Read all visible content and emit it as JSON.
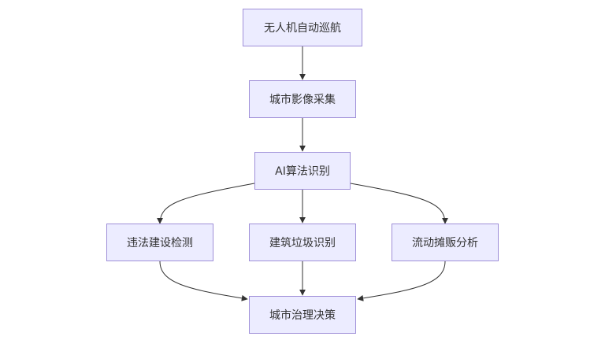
{
  "diagram": {
    "type": "flowchart",
    "colors": {
      "node_fill": "#ececff",
      "node_border": "#9f8fd8",
      "edge": "#333333",
      "text": "#333333"
    },
    "nodes": {
      "drone_patrol": "无人机自动巡航",
      "image_capture": "城市影像采集",
      "ai_recognition": "AI算法识别",
      "illegal_building": "违法建设检测",
      "construction_waste": "建筑垃圾识别",
      "street_vendor": "流动摊贩分析",
      "governance_decision": "城市治理决策"
    },
    "edges": [
      [
        "drone_patrol",
        "image_capture"
      ],
      [
        "image_capture",
        "ai_recognition"
      ],
      [
        "ai_recognition",
        "illegal_building"
      ],
      [
        "ai_recognition",
        "construction_waste"
      ],
      [
        "ai_recognition",
        "street_vendor"
      ],
      [
        "illegal_building",
        "governance_decision"
      ],
      [
        "construction_waste",
        "governance_decision"
      ],
      [
        "street_vendor",
        "governance_decision"
      ]
    ]
  }
}
